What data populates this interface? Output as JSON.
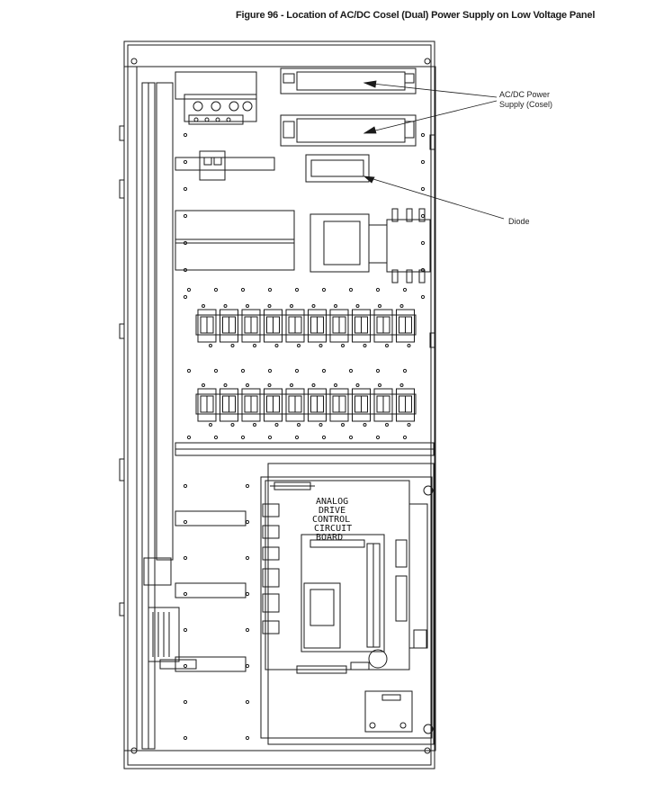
{
  "figure": {
    "title": "Figure 96 - Location of AC/DC Cosel (Dual) Power Supply on Low Voltage Panel"
  },
  "callouts": {
    "power_supply_line1": "AC/DC Power",
    "power_supply_line2": "Supply (Cosel)",
    "diode": "Diode"
  },
  "board_label": {
    "line1": "ANALOG",
    "line2": "DRIVE",
    "line3": "CONTROL",
    "line4": "CIRCUIT",
    "line5": "BOARD"
  },
  "terminal_rows": {
    "upper_count": 10,
    "lower_count": 10
  },
  "colors": {
    "line": "#1a1a1a",
    "background": "#ffffff"
  }
}
